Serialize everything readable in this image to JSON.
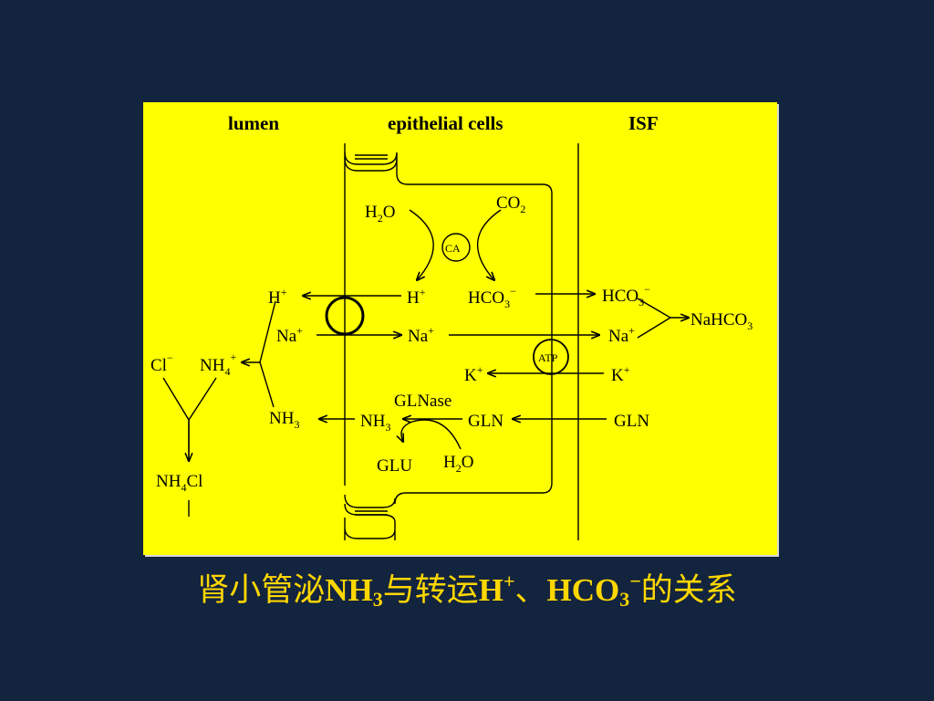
{
  "regions": {
    "lumen": "lumen",
    "epithelial": "epithelial cells",
    "isf": "ISF"
  },
  "labels": {
    "h2o_top": "H",
    "h2o_top_sub": "2",
    "h2o_top_o": "O",
    "co2": "CO",
    "co2_sub": "2",
    "ca": "CA",
    "h_cell": "H",
    "h_plus": "+",
    "hco3_cell": "HCO",
    "hco3_sub": "3",
    "hco3_sup": "−",
    "h_lumen": "H",
    "na_lumen": "Na",
    "na_cell": "Na",
    "na_plus": "+",
    "hco3_isf": "HCO",
    "na_isf": "Na",
    "nahco3": "NaHCO",
    "nahco3_sub": "3",
    "atp": "ATP",
    "k_cell": "K",
    "k_isf": "K",
    "cl": "Cl",
    "cl_sup": "−",
    "nh4": "NH",
    "nh4_sub": "4",
    "nh4_sup": "+",
    "nh3_lumen": "NH",
    "nh3_sub": "3",
    "nh3_cell": "NH",
    "glnase": "GLNase",
    "gln_cell": "GLN",
    "gln_isf": "GLN",
    "glu": "GLU",
    "h2o_bot": "H",
    "h2o_bot_sub": "2",
    "h2o_bot_o": "O",
    "nh4cl": "NH",
    "nh4cl_sub": "4",
    "nh4cl_cl": "Cl"
  },
  "caption": {
    "part1": "肾小管泌",
    "nh": "NH",
    "sub3": "3",
    "part2": "与转运",
    "h": "H",
    "plus": "+",
    "sep": "、",
    "hco": "HCO",
    "sub3b": "3",
    "minus": "−",
    "part3": "的关系"
  }
}
